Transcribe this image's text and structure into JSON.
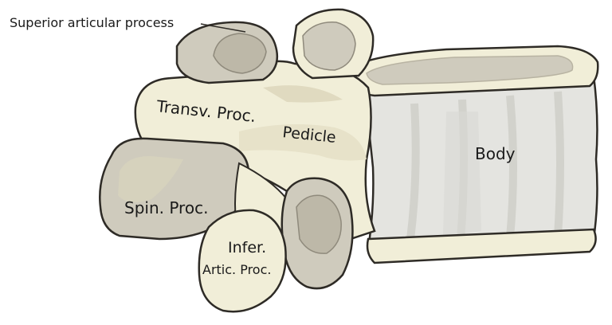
{
  "labels": {
    "superior_articular_process": "Superior articular process",
    "transverse_process": "Transv. Proc.",
    "pedicle": "Pedicle",
    "body": "Body",
    "spinous_process": "Spin. Proc.",
    "inferior_articular_process_line1": "Infer.",
    "inferior_articular_process_line2": "Artic. Proc."
  },
  "colors": {
    "bone_light": "#f1eed8",
    "bone_shadow": "#d9d4bd",
    "grey_surface": "#cfcbbd",
    "grey_dark": "#bdb8a8",
    "body_side": "#e4e4e0",
    "body_side_shadow": "#d2d2cc",
    "outline": "#2e2b26"
  }
}
